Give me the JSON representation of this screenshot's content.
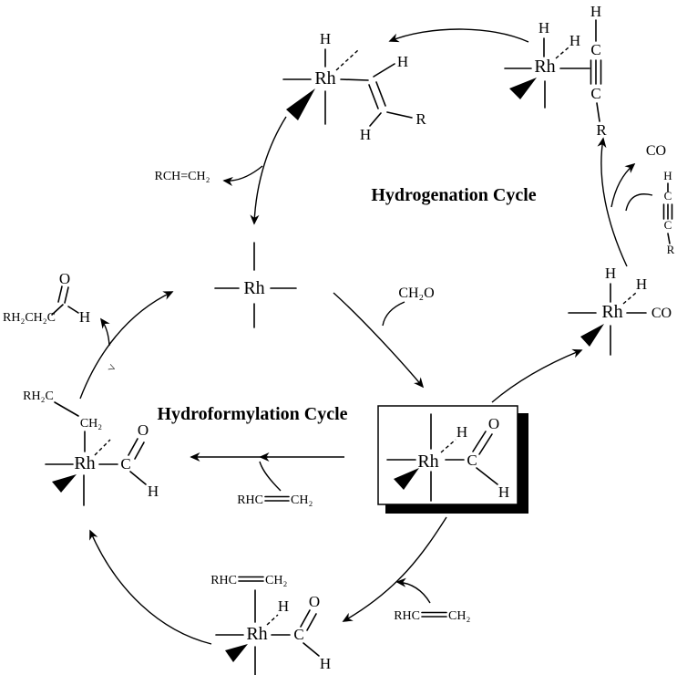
{
  "titles": {
    "hydrogenation": "Hydrogenation Cycle",
    "hydroformylation": "Hydroformylation Cycle"
  },
  "atoms": {
    "rh": "Rh",
    "h": "H",
    "c": "C",
    "o": "O",
    "r": "R",
    "co": "CO",
    "ch2": "CH₂"
  },
  "labels": {
    "free_alkene": "RCH=CH₂",
    "formaldehyde": "CH₂O",
    "co_gas": "CO",
    "rhc": "RHC",
    "ch2": "CH₂",
    "rh2c": "RH₂C",
    "aldehyde_chain": "RH₂CH₂C",
    "branch_mark": ">"
  }
}
